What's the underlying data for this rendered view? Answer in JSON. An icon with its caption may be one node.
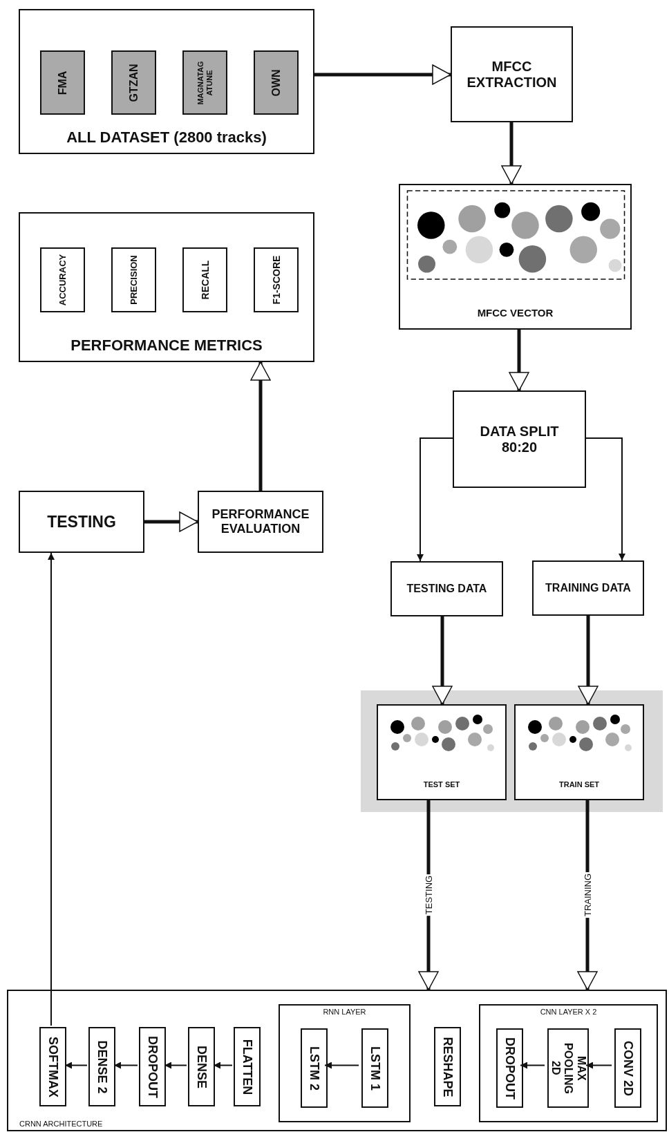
{
  "diagram": {
    "nodes": [
      {
        "text": [
          "ALL DATASET (2800 tracks)"
        ]
      },
      {
        "text": [
          "FMA"
        ],
        "in": 0
      },
      {
        "text": [
          "GTZAN"
        ],
        "in": 0
      },
      {
        "text": [
          "MAGNATAG ATUNE"
        ],
        "in": 0
      },
      {
        "text": [
          "OWN"
        ],
        "in": 0
      },
      {
        "text": [
          "MFCC EXTRACTION"
        ]
      },
      {
        "text": [
          "MFCC VECTOR"
        ]
      },
      {
        "text": [
          "PERFORMANCE METRICS"
        ]
      },
      {
        "text": [
          "ACCURACY"
        ],
        "in": 7
      },
      {
        "text": [
          "PRECISION"
        ],
        "in": 7
      },
      {
        "text": [
          "RECALL"
        ],
        "in": 7
      },
      {
        "text": [
          "F1-SCORE"
        ],
        "in": 7
      },
      {
        "text": [
          "DATA SPLIT 80:20"
        ]
      },
      {
        "text": [
          "TESTING"
        ]
      },
      {
        "text": [
          "PERFORMANCE EVALUATION"
        ]
      },
      {
        "text": [
          "TESTING DATA"
        ]
      },
      {
        "text": [
          "TRAINING DATA"
        ]
      },
      {
        "text": [],
        "shape": "box"
      },
      {
        "text": [
          "TEST SET"
        ],
        "in": 17
      },
      {
        "text": [
          "TRAIN SET"
        ],
        "in": 17
      },
      {
        "text": [
          "CRNN ARCHITECTURE"
        ]
      },
      {
        "text": [
          "SOFTMAX"
        ],
        "in": 20
      },
      {
        "text": [
          "DENSE 2"
        ],
        "in": 20
      },
      {
        "text": [
          "DROPOUT"
        ],
        "in": 20
      },
      {
        "text": [
          "DENSE"
        ],
        "in": 20
      },
      {
        "text": [
          "FLATTEN"
        ],
        "in": 20
      },
      {
        "text": [
          "RNN LAYER"
        ],
        "in": 20
      },
      {
        "text": [
          "LSTM 2"
        ],
        "in": 26
      },
      {
        "text": [
          "LSTM 1"
        ],
        "in": 26
      },
      {
        "text": [
          "RESHAPE"
        ],
        "in": 20
      },
      {
        "text": [
          "CNN LAYER X 2"
        ],
        "in": 20
      },
      {
        "text": [
          "DROPOUT"
        ],
        "in": 30
      },
      {
        "text": [
          "MAX POOLING 2D"
        ],
        "in": 30
      },
      {
        "text": [
          "CONV 2D"
        ],
        "in": 30
      }
    ],
    "edges": [
      {
        "from": 0,
        "to": 5,
        "arrow": "to",
        "style": "thick"
      },
      {
        "from": 5,
        "to": 6,
        "arrow": "to",
        "style": "thick"
      },
      {
        "from": 6,
        "to": 12,
        "arrow": "to",
        "style": "thick"
      },
      {
        "from": 12,
        "to": 15,
        "arrow": "to"
      },
      {
        "from": 12,
        "to": 16,
        "arrow": "to"
      },
      {
        "from": 15,
        "to": 18,
        "arrow": "to",
        "style": "thick"
      },
      {
        "from": 16,
        "to": 19,
        "arrow": "to",
        "style": "thick"
      },
      {
        "from": 18,
        "to": 20,
        "arrow": "to",
        "label": "TESTING",
        "style": "thick"
      },
      {
        "from": 19,
        "to": 20,
        "arrow": "to",
        "label": "TRAINING",
        "style": "thick"
      },
      {
        "from": 33,
        "to": 32,
        "arrow": "to"
      },
      {
        "from": 32,
        "to": 31,
        "arrow": "to"
      },
      {
        "from": 28,
        "to": 27,
        "arrow": "to"
      },
      {
        "from": 25,
        "to": 24,
        "arrow": "to"
      },
      {
        "from": 24,
        "to": 23,
        "arrow": "to"
      },
      {
        "from": 23,
        "to": 22,
        "arrow": "to"
      },
      {
        "from": 22,
        "to": 21,
        "arrow": "to"
      },
      {
        "from": 21,
        "to": 13,
        "arrow": "to"
      },
      {
        "from": 13,
        "to": 14,
        "arrow": "to",
        "style": "thick"
      },
      {
        "from": 14,
        "to": 7,
        "arrow": "to",
        "style": "thick"
      }
    ]
  }
}
